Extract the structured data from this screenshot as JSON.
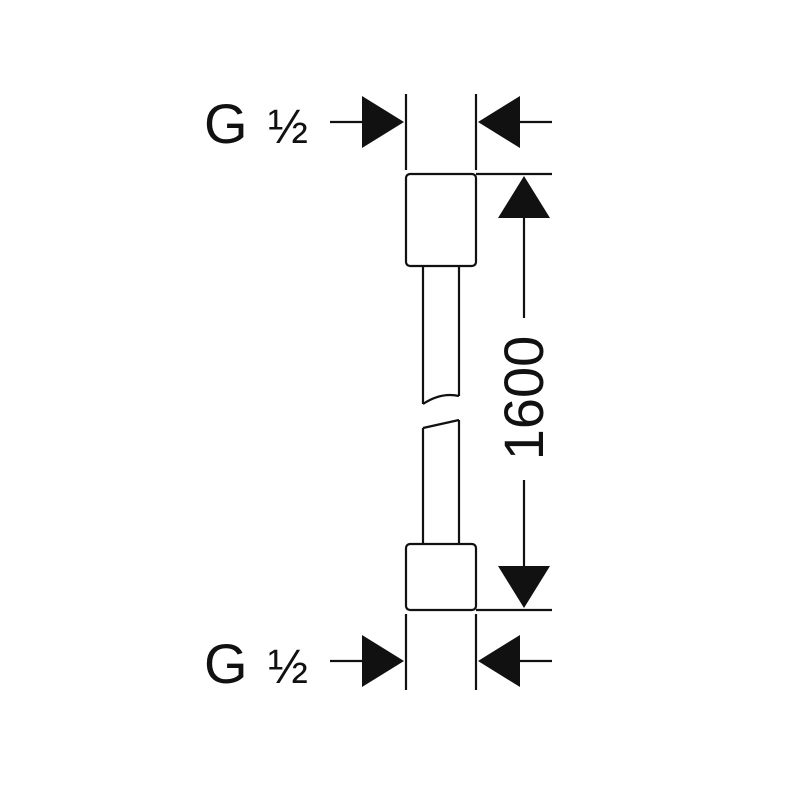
{
  "diagram": {
    "thread_top": {
      "letter": "G",
      "size": "½"
    },
    "thread_bottom": {
      "letter": "G",
      "size": "½"
    },
    "length": "1600"
  },
  "colors": {
    "line": "#111111",
    "background": "#ffffff"
  }
}
